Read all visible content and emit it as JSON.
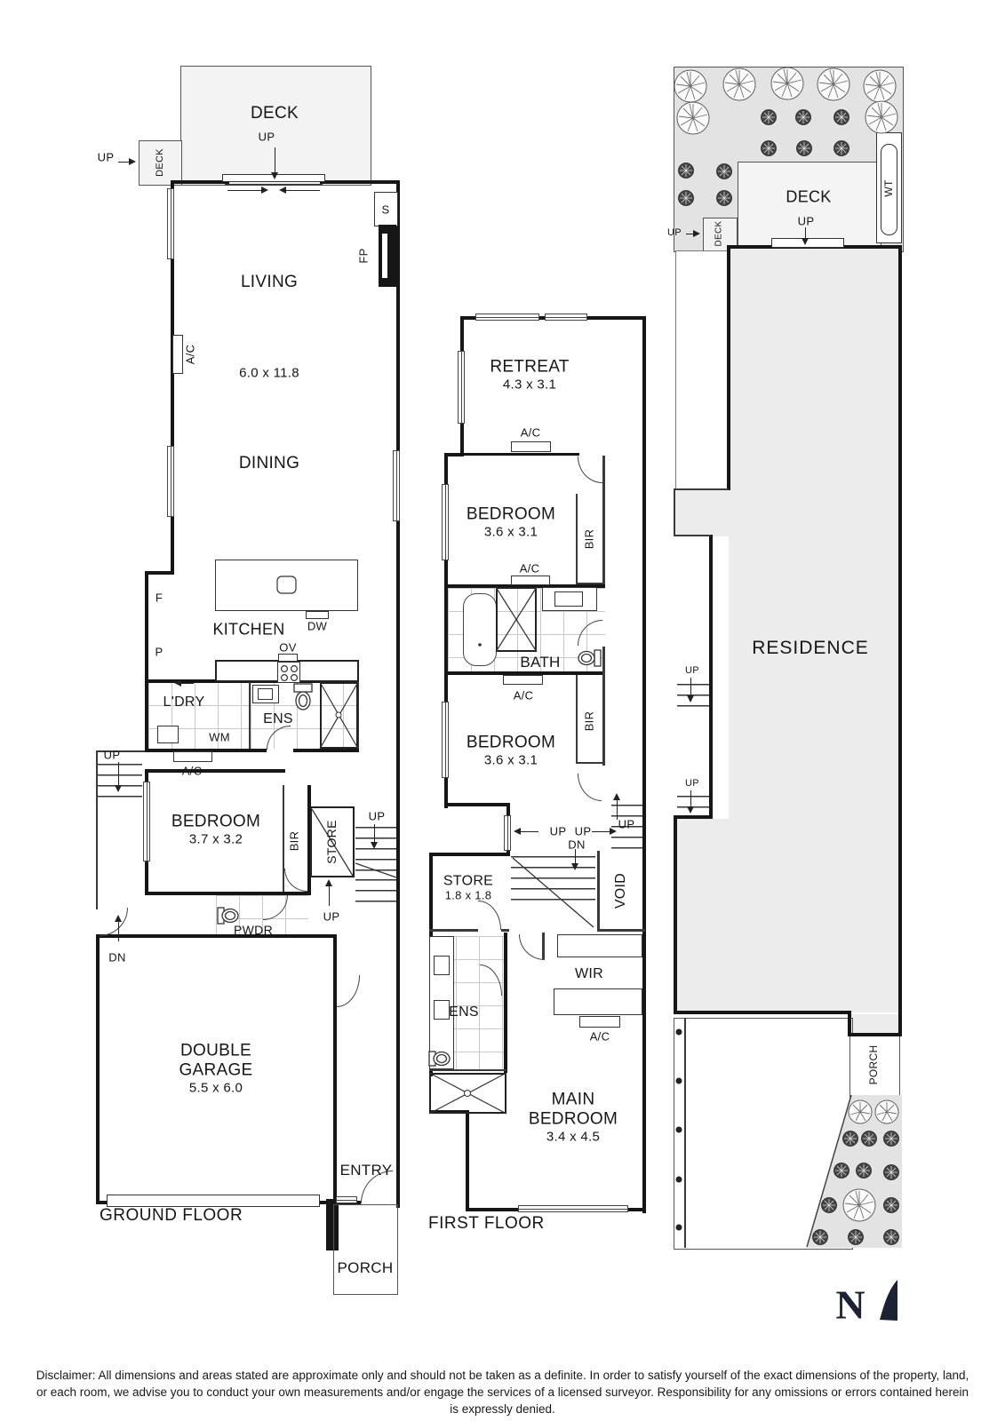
{
  "ground_floor": {
    "title": "GROUND FLOOR",
    "deck": "DECK",
    "living": {
      "name": "LIVING",
      "dims": "6.0 x 11.8"
    },
    "dining": "DINING",
    "kitchen": "KITCHEN",
    "ldry": "L'DRY",
    "ens": "ENS",
    "bedroom": {
      "name": "BEDROOM",
      "dims": "3.7 x 3.2"
    },
    "store": "STORE",
    "pwdr": "PWDR",
    "garage": {
      "name": "DOUBLE GARAGE",
      "dims": "5.5 x 6.0"
    },
    "entry": "ENTRY",
    "porch": "PORCH"
  },
  "first_floor": {
    "title": "FIRST FLOOR",
    "retreat": {
      "name": "RETREAT",
      "dims": "4.3 x 3.1"
    },
    "bedroom": {
      "name": "BEDROOM",
      "dims": "3.6 x 3.1"
    },
    "bath": "BATH",
    "store": {
      "name": "STORE",
      "dims": "1.8 x 1.8"
    },
    "void": "VOID",
    "ens": "ENS",
    "wir": "WIR",
    "main_bedroom": {
      "name": "MAIN BEDROOM",
      "dims": "3.4 x 4.5"
    }
  },
  "site_plan": {
    "residence": "RESIDENCE",
    "deck": "DECK",
    "wt": "WT",
    "porch": "PORCH"
  },
  "fixtures": {
    "ac": "A/C",
    "fp": "FP",
    "s": "S",
    "f": "F",
    "p": "P",
    "ov": "OV",
    "dw": "DW",
    "wm": "WM",
    "bir": "BIR",
    "up": "UP",
    "dn": "DN"
  },
  "compass": {
    "north": "N"
  },
  "disclaimer": "Disclaimer: All dimensions and areas stated are approximate only and should not be taken as a definite. In order to satisfy yourself of the exact dimensions of the property, land, or each room, we advise you to conduct your own measurements and/or engage the services of a licensed surveyor. Responsibility for any omissions or errors contained herein is expressly denied."
}
